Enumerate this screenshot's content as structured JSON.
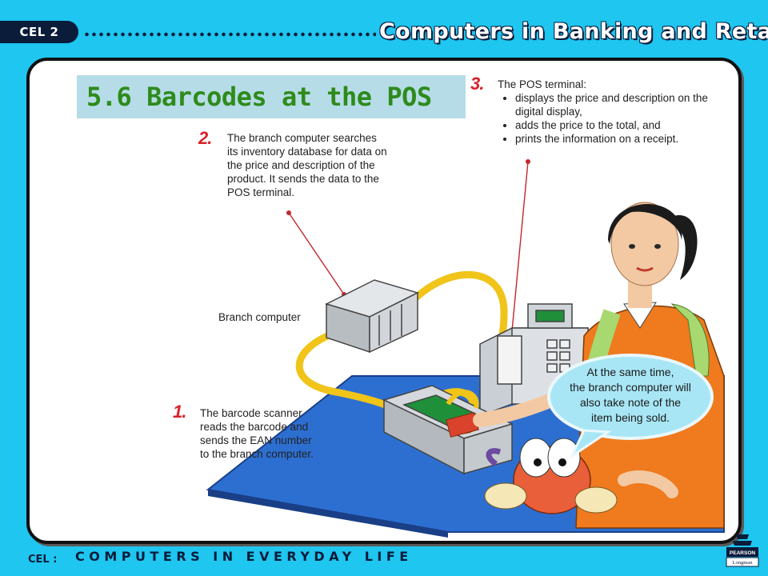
{
  "header": {
    "badge": "CEL 2",
    "title": "Computers in Banking and Retail"
  },
  "slide": {
    "title": "5.6 Barcodes at the POS"
  },
  "steps": [
    {
      "number": "1.",
      "text_lines": [
        "The barcode scanner",
        "reads the barcode and",
        "sends the EAN number",
        "to the branch computer."
      ]
    },
    {
      "number": "2.",
      "text_lines": [
        "The branch computer searches",
        "its inventory database for data on",
        "the price and description of the",
        "product. It sends the data to the",
        "POS terminal."
      ]
    },
    {
      "number": "3.",
      "heading": "The POS terminal:",
      "bullets": [
        "displays the price and description on the digital display,",
        "adds the price to the total, and",
        "prints the information on a receipt."
      ]
    }
  ],
  "labels": {
    "branch_computer": "Branch computer"
  },
  "bubble": {
    "lines": [
      "At the same time,",
      "the branch computer will",
      "also take note of the",
      "item being sold."
    ]
  },
  "footer": {
    "label": "CEL :",
    "subtitle": "COMPUTERS IN EVERYDAY LIFE"
  },
  "logo": {
    "line1": "PEARSON",
    "line2": "Longman"
  },
  "colors": {
    "background": "#1ec6f0",
    "navy": "#0b1b3a",
    "title_green": "#2e8b1b",
    "title_box": "#b6dce7",
    "step_red": "#d8222a",
    "counter_blue": "#2d6fd1"
  }
}
